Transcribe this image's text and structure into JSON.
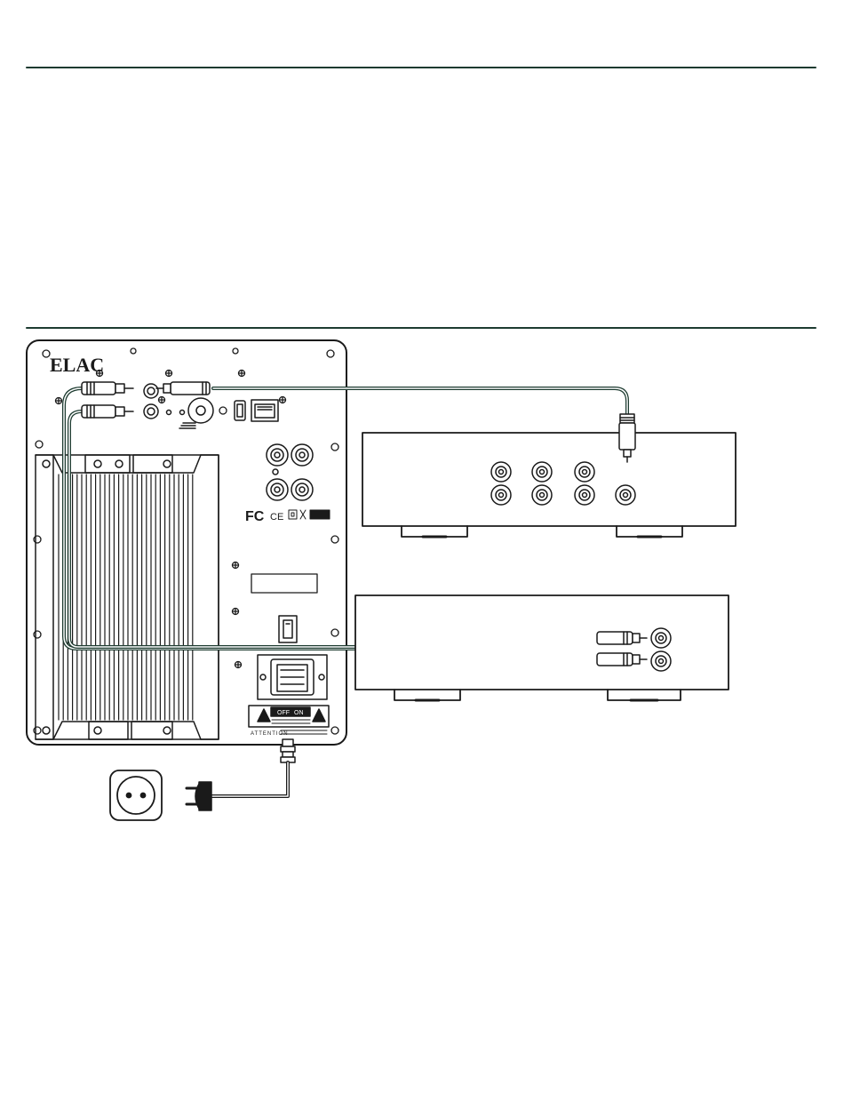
{
  "brand": "ELAC",
  "certifications": {
    "fcc": "FC",
    "ce": "CE"
  },
  "power_switch": {
    "off": "OFF",
    "on": "ON"
  },
  "warning_label": "ATTENTION",
  "colors": {
    "line": "#1a1a1a",
    "rule": "#1d3b30",
    "cable": "#1d3b30",
    "panel_fill": "#ffffff"
  },
  "icons": [
    "wall-socket-icon",
    "power-plug-icon",
    "rca-plug-icon",
    "warning-triangle-icon",
    "power-switch-icon",
    "usb-port-icon",
    "ethernet-port-icon"
  ]
}
